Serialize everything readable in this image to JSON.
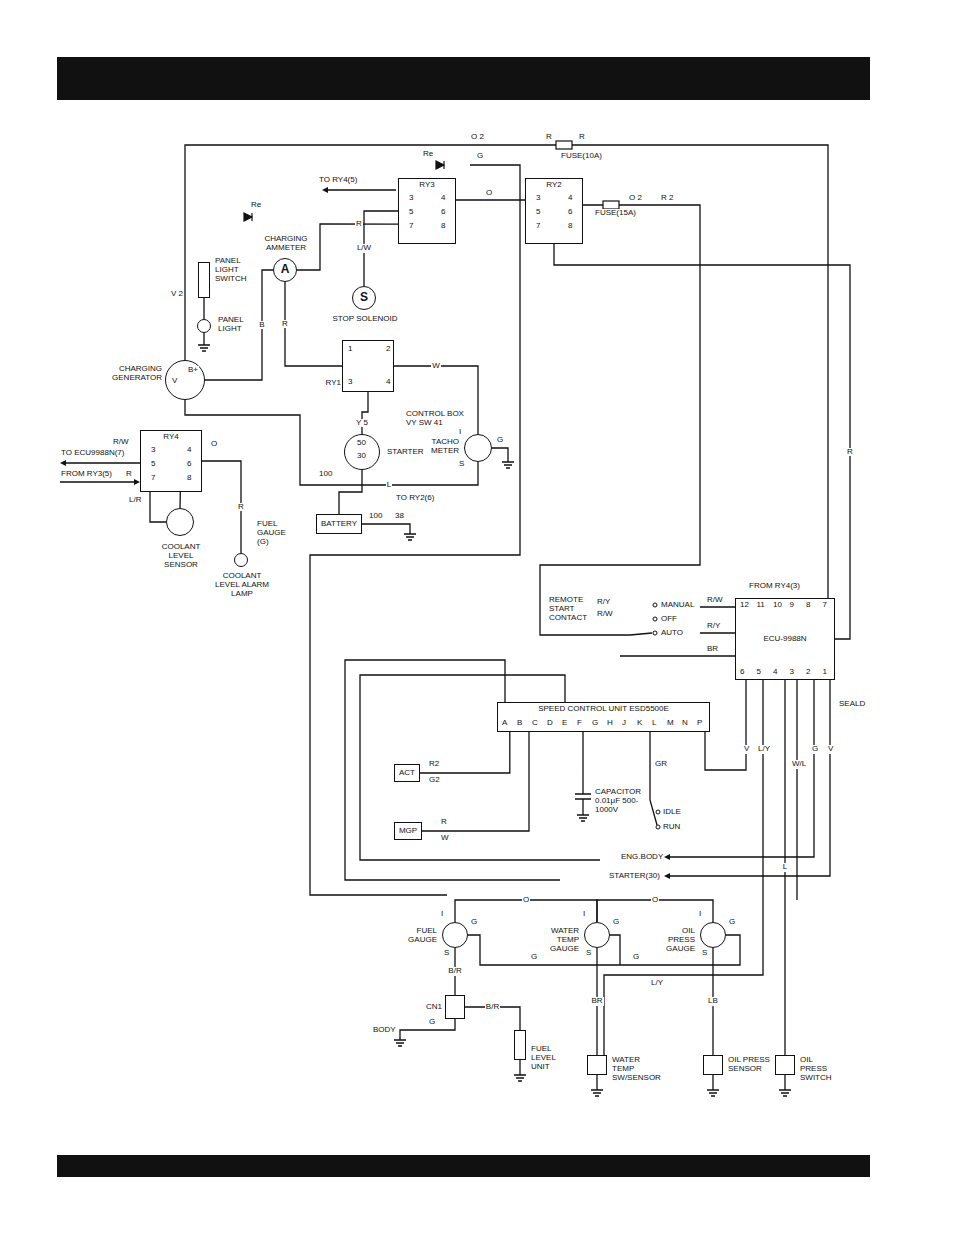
{
  "diagram": {
    "nodes": [
      {
        "text": [
          "RY3"
        ]
      },
      {
        "text": [
          "RY2"
        ]
      },
      {
        "text": [
          "CHARGING AMMETER",
          "A"
        ]
      },
      {
        "text": [
          "PANEL LIGHT SWITCH"
        ]
      },
      {
        "text": [
          "S",
          "STOP SOLENOID"
        ]
      },
      {
        "text": [
          "PANEL LIGHT"
        ]
      },
      {
        "text": [
          "RY1"
        ]
      },
      {
        "text": [
          "CHARGING GENERATOR"
        ]
      },
      {
        "text": [
          "RY4"
        ]
      },
      {
        "text": [
          "STARTER"
        ]
      },
      {
        "text": [
          "TACHO METER"
        ]
      },
      {
        "text": [
          "BATTERY"
        ]
      },
      {
        "text": [
          "COOLANT LEVEL SENSOR"
        ]
      },
      {
        "text": [
          "COOLANT LEVEL ALARM LAMP"
        ]
      },
      {
        "text": [
          "ECU-9988N"
        ]
      },
      {
        "text": [
          "SPEED CONTROL UNIT ESD5500E"
        ]
      },
      {
        "text": [
          "ACT"
        ]
      },
      {
        "text": [
          "MGP"
        ]
      },
      {
        "text": [
          "FUEL GAUGE"
        ]
      },
      {
        "text": [
          "WATER TEMP GAUGE"
        ]
      },
      {
        "text": [
          "OIL PRESS GAUGE"
        ]
      },
      {
        "text": [
          "CN1"
        ]
      },
      {
        "text": [
          "FUEL LEVEL UNIT"
        ]
      },
      {
        "text": [
          "WATER TEMP SW/SENSOR"
        ]
      },
      {
        "text": [
          "OIL PRESS SENSOR"
        ]
      },
      {
        "text": [
          "OIL PRESS SWITCH"
        ]
      }
    ],
    "edges": [
      {
        "from": 2,
        "to": 6,
        "arrow": "none",
        "label": "R"
      },
      {
        "from": 7,
        "to": 2,
        "arrow": "none",
        "label": "B"
      },
      {
        "from": 6,
        "to": 9,
        "arrow": "none",
        "label": "Y 5"
      },
      {
        "from": 11,
        "to": 9,
        "arrow": "none"
      },
      {
        "from": 7,
        "to": 10,
        "arrow": "none",
        "label": "L"
      },
      {
        "from": 0,
        "to": 4,
        "arrow": "none",
        "label": "L/W"
      },
      {
        "from": 1,
        "to": 14,
        "arrow": "none",
        "label": "R"
      },
      {
        "from": 16,
        "to": 15,
        "arrow": "none"
      },
      {
        "from": 17,
        "to": 15,
        "arrow": "none"
      },
      {
        "from": 18,
        "to": 21,
        "arrow": "none",
        "label": "B/R"
      },
      {
        "from": 21,
        "to": 22,
        "arrow": "none",
        "label": "B/R"
      },
      {
        "from": 19,
        "to": 23,
        "arrow": "none",
        "label": "BR"
      },
      {
        "from": 20,
        "to": 24,
        "arrow": "none",
        "label": "LB"
      },
      {
        "from": 18,
        "to": 19,
        "arrow": "none",
        "label": "O"
      },
      {
        "from": 19,
        "to": 20,
        "arrow": "none",
        "label": "O"
      },
      {
        "from": 14,
        "to": 25,
        "arrow": "none",
        "label": "L"
      },
      {
        "from": 8,
        "to": 12,
        "arrow": "none"
      },
      {
        "from": 8,
        "to": 13,
        "arrow": "none",
        "label": "R"
      },
      {
        "from": 3,
        "to": 5,
        "arrow": "none"
      },
      {
        "from": 6,
        "to": 10,
        "arrow": "none",
        "label": "W"
      },
      {
        "from": 2,
        "to": 0,
        "arrow": "none",
        "label": "R"
      }
    ],
    "labels": [
      "O 2",
      "R",
      "R",
      "FUSE(10A)",
      "Re",
      "G",
      "O",
      "TO RY4(5)",
      "FUSE(15A)",
      "O 2",
      "R 2",
      "Re",
      "V 2",
      "B+",
      "V",
      "100",
      "100",
      "38",
      "50",
      "30",
      "CONTROL BOX VY SW 41",
      "TO RY2(6)",
      "I",
      "G",
      "S",
      "TO ECU9988N(7)",
      "R/W",
      "FROM RY3(5)",
      "R",
      "L/R",
      "O",
      "FUEL GAUGE (G)",
      "FROM RY4(3)",
      "REMOTE START CONTACT",
      "R/Y",
      "R/W",
      "MANUAL",
      "OFF",
      "AUTO",
      "R/W",
      "R/Y",
      "BR",
      "12",
      "11",
      "10",
      "9",
      "8",
      "7",
      "6",
      "5",
      "4",
      "3",
      "2",
      "1",
      "SEALD",
      "A",
      "B",
      "C",
      "D",
      "E",
      "F",
      "G",
      "H",
      "J",
      "K",
      "L",
      "M",
      "N",
      "P",
      "R2",
      "G2",
      "R",
      "W",
      "CAPACITOR 0.01μF 500-1000V",
      "GR",
      "IDLE",
      "RUN",
      "ENG.BODY",
      "STARTER(30)",
      "V",
      "L/Y",
      "W/L",
      "G",
      "V",
      "I",
      "G",
      "S",
      "I",
      "G",
      "S",
      "I",
      "G",
      "S",
      "G",
      "G",
      "L/Y",
      "BODY",
      "G",
      "3",
      "4",
      "5",
      "6",
      "7",
      "8",
      "3",
      "4",
      "5",
      "6",
      "7",
      "8",
      "3",
      "4",
      "5",
      "6",
      "7",
      "8",
      "1",
      "2",
      "3",
      "4"
    ]
  }
}
